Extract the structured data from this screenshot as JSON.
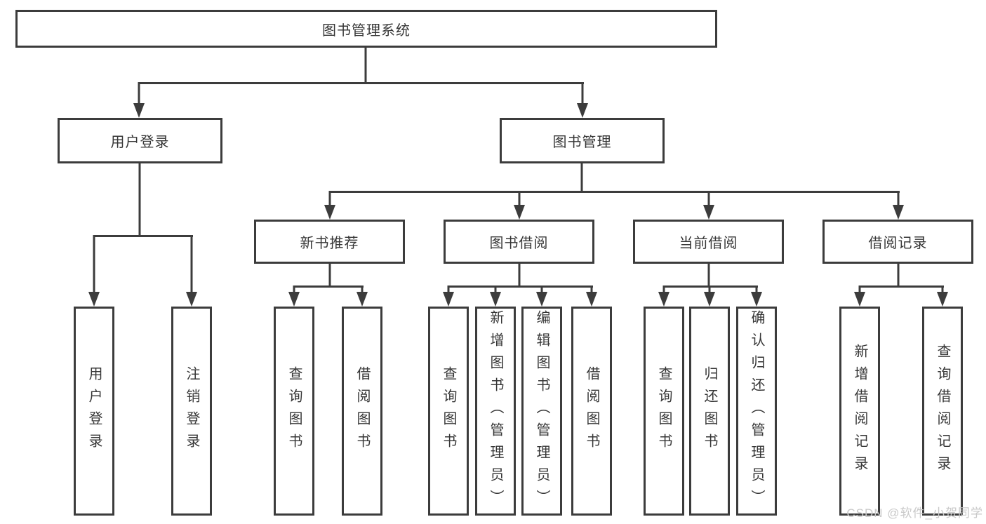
{
  "diagram": {
    "root": {
      "label": "图书管理系统"
    },
    "level2": [
      {
        "label": "用户登录"
      },
      {
        "label": "图书管理"
      }
    ],
    "level3": [
      {
        "label": "新书推荐"
      },
      {
        "label": "图书借阅"
      },
      {
        "label": "当前借阅"
      },
      {
        "label": "借阅记录"
      }
    ],
    "leaves": {
      "user_login": [
        "用户登录",
        "注销登录"
      ],
      "new_book_recommend": [
        "查询图书",
        "借阅图书"
      ],
      "book_borrow": [
        "查询图书",
        "新增图书（管理员）",
        "编辑图书（管理员）",
        "借阅图书"
      ],
      "current_borrow": [
        "查询图书",
        "归还图书",
        "确认归还（管理员）"
      ],
      "borrow_records": [
        "新增借阅记录",
        "查询借阅记录"
      ]
    }
  },
  "watermark": {
    "text": "CSDN @软件_小贺同学"
  },
  "colors": {
    "line": "#3c3c3c",
    "text": "#363636",
    "watermark": "#c9c9c9",
    "background": "#ffffff"
  }
}
